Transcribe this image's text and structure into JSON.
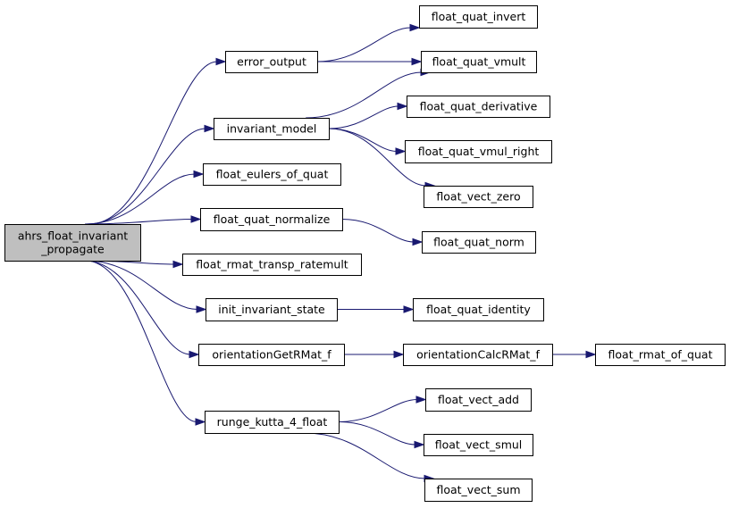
{
  "colors": {
    "edge": "#191970",
    "root_fill": "#bfbfbf",
    "node_fill": "#ffffff",
    "border": "#000000"
  },
  "nodes": [
    {
      "id": "root",
      "lines": [
        "ahrs_float_invariant",
        "_propagate"
      ]
    },
    {
      "id": "error_output",
      "lines": [
        "error_output"
      ]
    },
    {
      "id": "invariant_model",
      "lines": [
        "invariant_model"
      ]
    },
    {
      "id": "float_eulers_of_quat",
      "lines": [
        "float_eulers_of_quat"
      ]
    },
    {
      "id": "float_quat_normalize",
      "lines": [
        "float_quat_normalize"
      ]
    },
    {
      "id": "float_rmat_transp_ratemult",
      "lines": [
        "float_rmat_transp_ratemult"
      ]
    },
    {
      "id": "init_invariant_state",
      "lines": [
        "init_invariant_state"
      ]
    },
    {
      "id": "orientationGetRMat_f",
      "lines": [
        "orientationGetRMat_f"
      ]
    },
    {
      "id": "runge_kutta_4_float",
      "lines": [
        "runge_kutta_4_float"
      ]
    },
    {
      "id": "float_quat_invert",
      "lines": [
        "float_quat_invert"
      ]
    },
    {
      "id": "float_quat_vmult",
      "lines": [
        "float_quat_vmult"
      ]
    },
    {
      "id": "float_quat_derivative",
      "lines": [
        "float_quat_derivative"
      ]
    },
    {
      "id": "float_quat_vmul_right",
      "lines": [
        "float_quat_vmul_right"
      ]
    },
    {
      "id": "float_vect_zero",
      "lines": [
        "float_vect_zero"
      ]
    },
    {
      "id": "float_quat_norm",
      "lines": [
        "float_quat_norm"
      ]
    },
    {
      "id": "float_quat_identity",
      "lines": [
        "float_quat_identity"
      ]
    },
    {
      "id": "orientationCalcRMat_f",
      "lines": [
        "orientationCalcRMat_f"
      ]
    },
    {
      "id": "float_rmat_of_quat",
      "lines": [
        "float_rmat_of_quat"
      ]
    },
    {
      "id": "float_vect_add",
      "lines": [
        "float_vect_add"
      ]
    },
    {
      "id": "float_vect_smul",
      "lines": [
        "float_vect_smul"
      ]
    },
    {
      "id": "float_vect_sum",
      "lines": [
        "float_vect_sum"
      ]
    }
  ],
  "edges": [
    [
      "root",
      "error_output"
    ],
    [
      "root",
      "invariant_model"
    ],
    [
      "root",
      "float_eulers_of_quat"
    ],
    [
      "root",
      "float_quat_normalize"
    ],
    [
      "root",
      "float_rmat_transp_ratemult"
    ],
    [
      "root",
      "init_invariant_state"
    ],
    [
      "root",
      "orientationGetRMat_f"
    ],
    [
      "root",
      "runge_kutta_4_float"
    ],
    [
      "error_output",
      "float_quat_invert"
    ],
    [
      "error_output",
      "float_quat_vmult"
    ],
    [
      "invariant_model",
      "float_quat_vmult"
    ],
    [
      "invariant_model",
      "float_quat_derivative"
    ],
    [
      "invariant_model",
      "float_quat_vmul_right"
    ],
    [
      "invariant_model",
      "float_vect_zero"
    ],
    [
      "float_quat_normalize",
      "float_quat_norm"
    ],
    [
      "init_invariant_state",
      "float_quat_identity"
    ],
    [
      "orientationGetRMat_f",
      "orientationCalcRMat_f"
    ],
    [
      "orientationCalcRMat_f",
      "float_rmat_of_quat"
    ],
    [
      "runge_kutta_4_float",
      "float_vect_add"
    ],
    [
      "runge_kutta_4_float",
      "float_vect_smul"
    ],
    [
      "runge_kutta_4_float",
      "float_vect_sum"
    ]
  ]
}
